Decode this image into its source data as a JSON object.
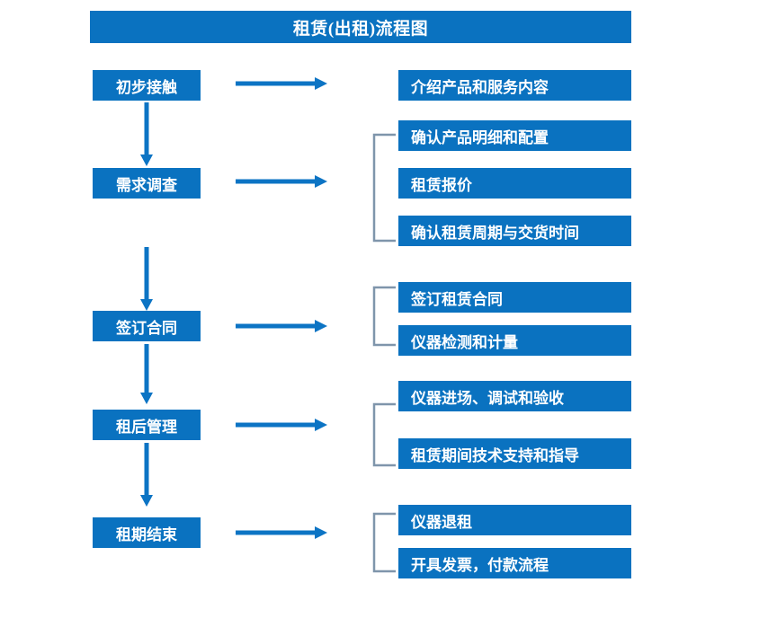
{
  "header": {
    "title": "租赁(出租)流程图"
  },
  "colors": {
    "box_blue": "#0a72c0",
    "arrow_blue": "#0c74c4",
    "bracket_gray_blue": "#7f95ab",
    "text_white": "#ffffff",
    "background": "#ffffff"
  },
  "flow": {
    "stages": [
      {
        "id": "stage-initial-contact",
        "label": "初步接触",
        "arrow_name": "arrow-right-initial-contact",
        "details": [
          {
            "id": "detail-introduce-product",
            "label": "介绍产品和服务内容"
          }
        ],
        "bracket": false
      },
      {
        "id": "stage-requirement-survey",
        "label": "需求调查",
        "arrow_name": "arrow-right-requirement-survey",
        "details": [
          {
            "id": "detail-confirm-spec",
            "label": "确认产品明细和配置"
          },
          {
            "id": "detail-rental-quote",
            "label": "租赁报价"
          },
          {
            "id": "detail-confirm-period",
            "label": "确认租赁周期与交货时间"
          }
        ],
        "bracket": true
      },
      {
        "id": "stage-sign-contract",
        "label": "签订合同",
        "arrow_name": "arrow-right-sign-contract",
        "details": [
          {
            "id": "detail-sign-lease-contract",
            "label": "签订租赁合同"
          },
          {
            "id": "detail-instrument-inspection",
            "label": "仪器检测和计量"
          }
        ],
        "bracket": true
      },
      {
        "id": "stage-post-rental-management",
        "label": "租后管理",
        "arrow_name": "arrow-right-post-rental-management",
        "details": [
          {
            "id": "detail-instrument-entry",
            "label": "仪器进场、调试和验收"
          },
          {
            "id": "detail-technical-support",
            "label": "租赁期间技术支持和指导"
          }
        ],
        "bracket": true
      },
      {
        "id": "stage-lease-end",
        "label": "租期结束",
        "arrow_name": "arrow-right-lease-end",
        "details": [
          {
            "id": "detail-return-instrument",
            "label": "仪器退租"
          },
          {
            "id": "detail-invoice-payment",
            "label": "开具发票，付款流程"
          }
        ],
        "bracket": true
      }
    ],
    "vertical_connectors": [
      {
        "id": "connector-1",
        "from": "初步接触",
        "to": "需求调查"
      },
      {
        "id": "connector-2",
        "from": "需求调查",
        "to": "签订合同"
      },
      {
        "id": "connector-3",
        "from": "签订合同",
        "to": "租后管理"
      },
      {
        "id": "connector-4",
        "from": "租后管理",
        "to": "租期结束"
      }
    ]
  }
}
